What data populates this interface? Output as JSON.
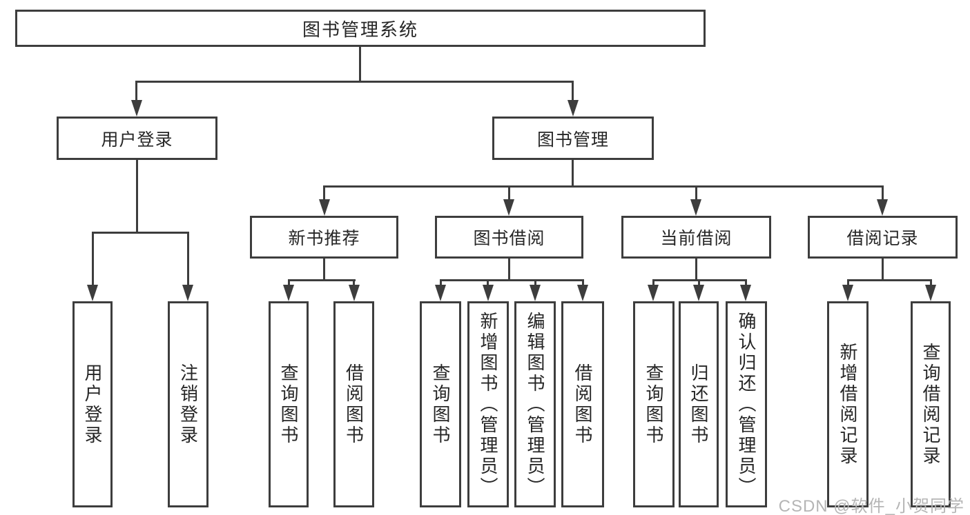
{
  "diagram": {
    "root": {
      "label": "图书管理系统"
    },
    "level2": [
      {
        "label": "用户登录"
      },
      {
        "label": "图书管理"
      }
    ],
    "level3": [
      {
        "label": "新书推荐"
      },
      {
        "label": "图书借阅"
      },
      {
        "label": "当前借阅"
      },
      {
        "label": "借阅记录"
      }
    ],
    "leaves": {
      "userLogin": [
        {
          "label": "用户登录"
        },
        {
          "label": "注销登录"
        }
      ],
      "newBookRecommend": [
        {
          "label": "查询图书"
        },
        {
          "label": "借阅图书"
        }
      ],
      "bookBorrow": [
        {
          "label": "查询图书"
        },
        {
          "label": "新增图书（管理员）"
        },
        {
          "label": "编辑图书（管理员）"
        },
        {
          "label": "借阅图书"
        }
      ],
      "currentBorrow": [
        {
          "label": "查询图书"
        },
        {
          "label": "归还图书"
        },
        {
          "label": "确认归还（管理员）"
        }
      ],
      "borrowRecords": [
        {
          "label": "新增借阅记录"
        },
        {
          "label": "查询借阅记录"
        }
      ]
    },
    "watermark": "CSDN @软件_小贺同学",
    "colors": {
      "line": "#3d3d3d",
      "text": "#262626",
      "watermark": "#b5b5b5",
      "background": "#ffffff"
    }
  }
}
